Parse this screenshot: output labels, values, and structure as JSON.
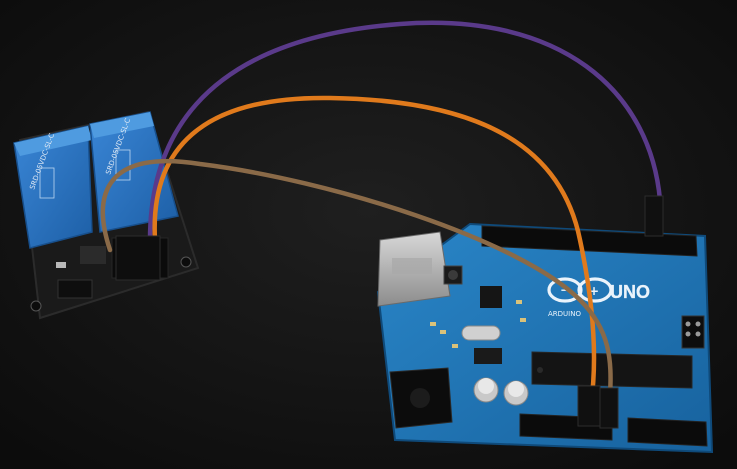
{
  "scene": {
    "background_color": "#141414",
    "relay_module": {
      "relay_count": 2,
      "relay_color": "#2a6ab8",
      "pcb_color": "#1a1a1a"
    },
    "arduino": {
      "board_color": "#1d6fb0",
      "logo_text": "UNO",
      "brand_text": "ARDUINO"
    },
    "wires": [
      {
        "name": "purple-wire",
        "color": "#5a3a8a"
      },
      {
        "name": "orange-wire",
        "color": "#e07a1c"
      },
      {
        "name": "brown-wire",
        "color": "#8a6a48"
      }
    ]
  }
}
